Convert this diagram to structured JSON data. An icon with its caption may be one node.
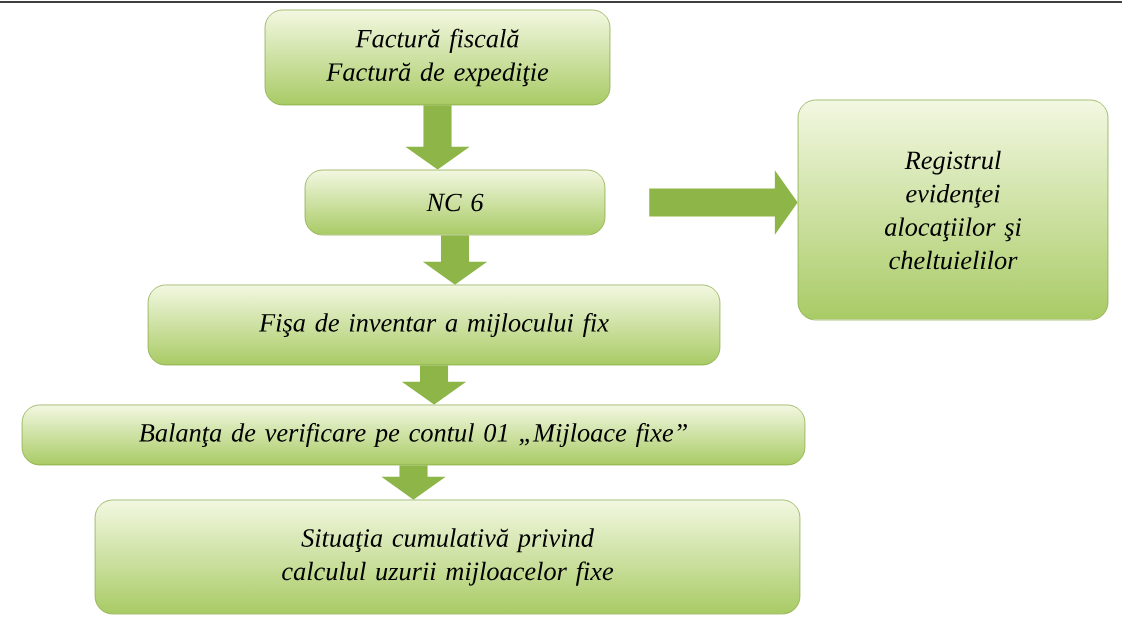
{
  "diagram": {
    "nodes": [
      {
        "text": [
          "Factură fiscală",
          "Factură de expediţie"
        ]
      },
      {
        "text": [
          "NC 6"
        ]
      },
      {
        "text": [
          "Registrul evidenţei alocaţiilor şi cheltuielilor"
        ]
      },
      {
        "text": [
          "Fişa de inventar a mijlocului fix"
        ]
      },
      {
        "text": [
          "Balanţa de verificare pe contul 01 „Mijloace fixe”"
        ]
      },
      {
        "text": [
          "Situaţia cumulativă privind calculul uzurii mijloacelor fixe"
        ]
      }
    ],
    "edges": [
      {
        "from": 0,
        "to": 1,
        "arrow": "to"
      },
      {
        "from": 1,
        "to": 2,
        "arrow": "to"
      },
      {
        "from": 1,
        "to": 3,
        "arrow": "to"
      },
      {
        "from": 3,
        "to": 4,
        "arrow": "to"
      },
      {
        "from": 4,
        "to": 5,
        "arrow": "to"
      }
    ]
  }
}
